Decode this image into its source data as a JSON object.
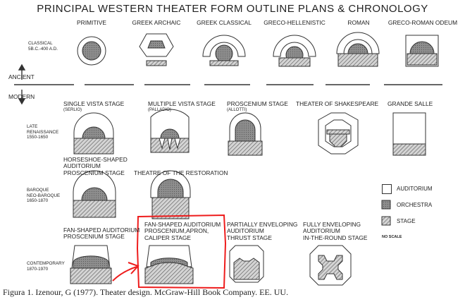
{
  "title": "PRINCIPAL WESTERN THEATER FORM OUTLINE PLANS & CHRONOLOGY",
  "axis": {
    "ancient": "ANCIENT",
    "modern": "MODERN"
  },
  "periods": [
    {
      "name": "CLASSICAL",
      "range": "5B.C.-400 A.D."
    },
    {
      "name": "LATE\nRENAISSANCE\n1550-1650",
      "range": ""
    },
    {
      "name": "BAROQUE\nNEO-BAROQUE\n1650-1870",
      "range": ""
    },
    {
      "name": "CONTEMPORARY\n1870-1970",
      "range": ""
    }
  ],
  "classical_plans": [
    "PRIMITIVE",
    "GREEK ARCHAIC",
    "GREEK CLASSICAL",
    "GRECO-HELLENISTIC",
    "ROMAN",
    "GRECO-ROMAN ODEUM"
  ],
  "renaissance_plans": [
    {
      "name": "SINGLE VISTA STAGE",
      "sub": "(SERLIO)"
    },
    {
      "name": "MULTIPLE VISTA STAGE",
      "sub": "(PALLADIO)"
    },
    {
      "name": "PROSCENIUM STAGE",
      "sub": "(ALLOTTI)"
    },
    {
      "name": "THEATER OF SHAKESPEARE",
      "sub": ""
    },
    {
      "name": "GRANDE SALLE",
      "sub": ""
    }
  ],
  "baroque_plans": [
    {
      "name": "HORSESHOE-SHAPED\nAUDITORIUM\nPROSCENIUM STAGE"
    },
    {
      "name": "THEATRE OF THE RESTORATION"
    }
  ],
  "contemporary_plans": [
    {
      "name": "FAN-SHAPED AUDITORIUM\nPROSCENIUM STAGE"
    },
    {
      "name": "FAN-SHAPED AUDITORIUM\nPROSCENIUM,APRON,\nCALIPER STAGE"
    },
    {
      "name": "PARTIALLY ENVELOPING\nAUDITORIUM\nTHRUST STAGE"
    },
    {
      "name": "FULLY ENVELOPING\nAUDITORIUM\nIN-THE-ROUND STAGE"
    }
  ],
  "legend": {
    "auditorium": "AUDITORIUM",
    "orchestra": "ORCHESTRA",
    "stage": "STAGE",
    "scale": "NO  SCALE"
  },
  "caption": "Figura 1. Izenour, G (1977). Theater design. McGraw-Hill Book Company. EE. UU.",
  "colors": {
    "line": "#333333",
    "orchestra": "#9a9a9a",
    "highlight": "#ee1c1c"
  }
}
